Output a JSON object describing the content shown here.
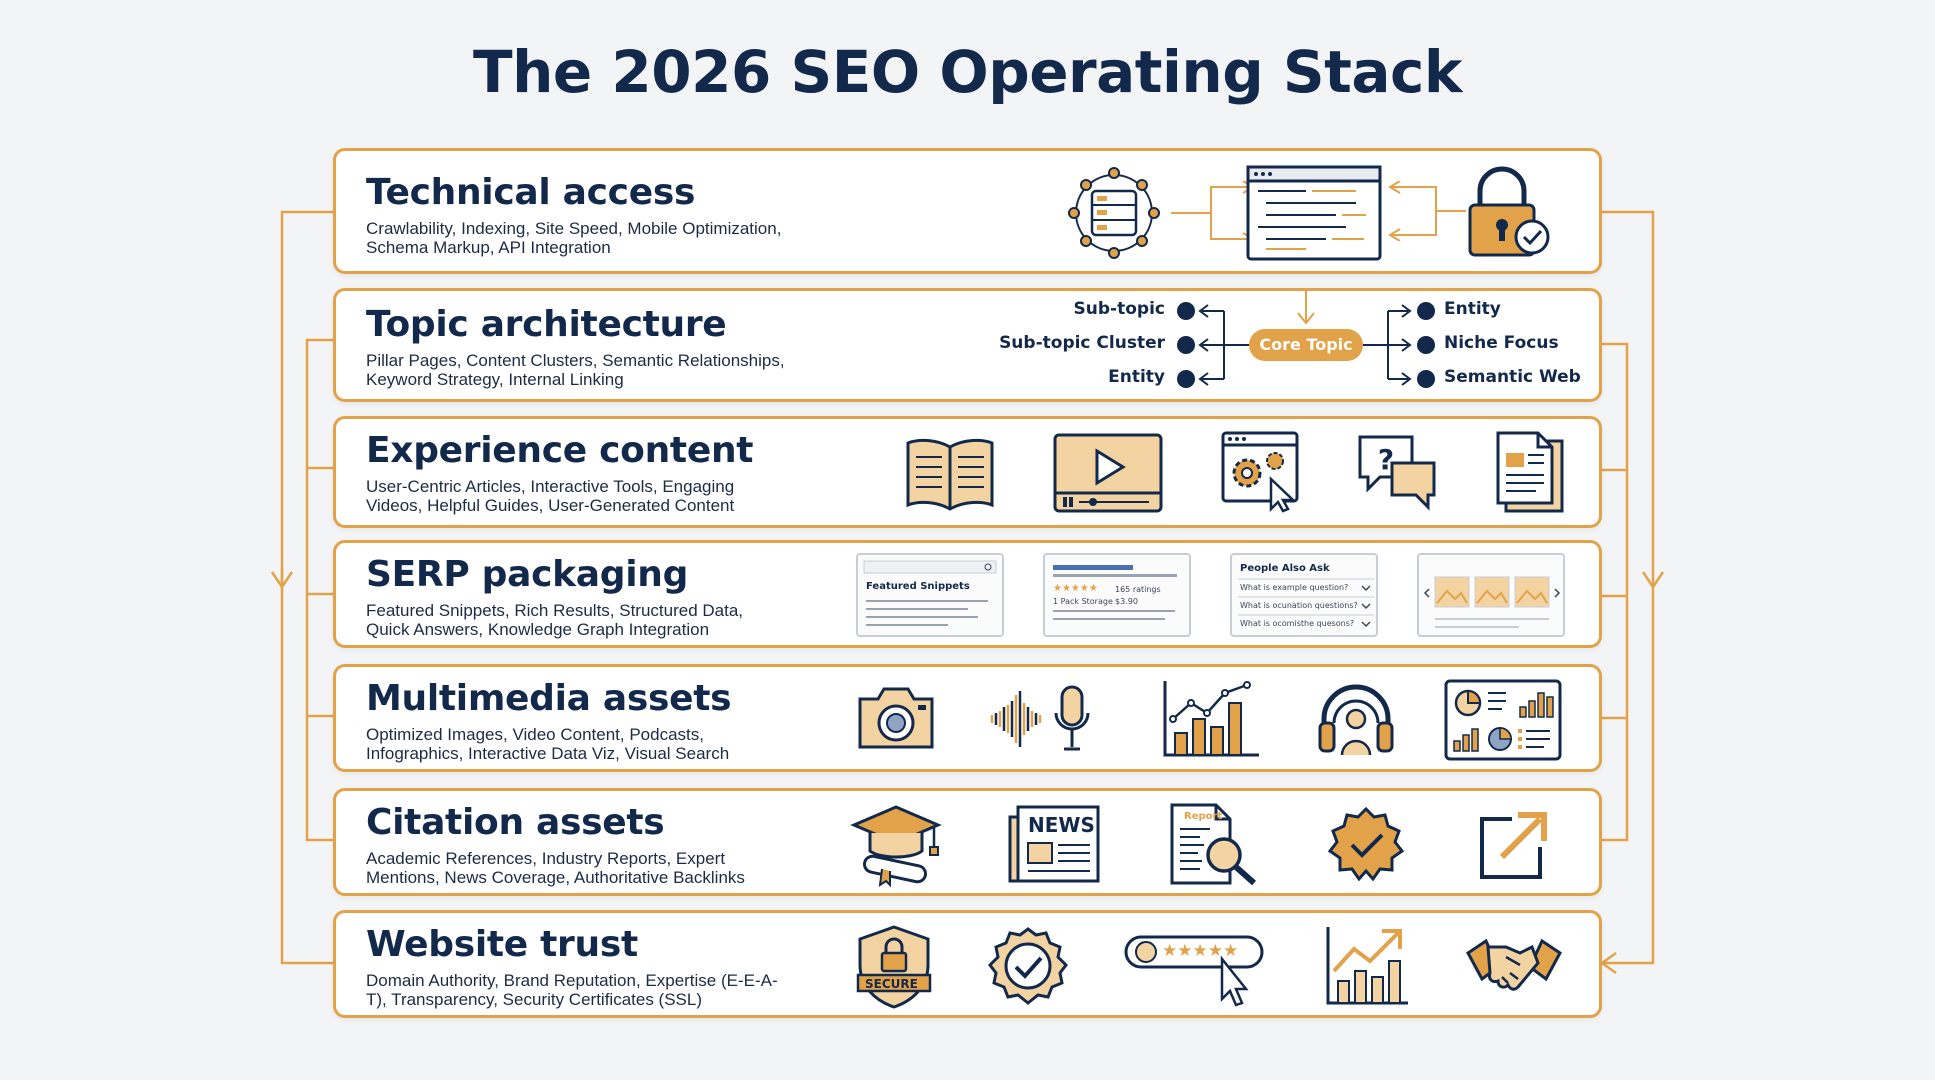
{
  "title": "The 2026 SEO Operating Stack",
  "accent_color": "#e2a24a",
  "navy_color": "#13294b",
  "layers": [
    {
      "title": "Technical access",
      "description": "Crawlability, Indexing, Site Speed, Mobile Optimization, Schema Markup, API Integration",
      "icons": [
        "server-network-icon",
        "code-window-icon",
        "padlock-check-icon"
      ]
    },
    {
      "title": "Topic architecture",
      "description": "Pillar Pages, Content Clusters, Semantic Relationships, Keyword Strategy, Internal Linking",
      "core": "Core Topic",
      "left_nodes": [
        "Sub-topic",
        "Sub-topic Cluster",
        "Entity"
      ],
      "right_nodes": [
        "Entity",
        "Niche Focus",
        "Semantic Web"
      ]
    },
    {
      "title": "Experience content",
      "description": "User-Centric Articles, Interactive Tools, Engaging Videos, Helpful Guides, User-Generated Content",
      "icons": [
        "open-book-icon",
        "video-player-icon",
        "settings-window-icon",
        "question-chat-icon",
        "document-icon"
      ]
    },
    {
      "title": "SERP packaging",
      "description": "Featured Snippets, Rich Results, Structured Data, Quick Answers, Knowledge Graph Integration",
      "featured_label": "Featured Snippets",
      "rich_rating": "★★★★★",
      "rich_ratings_text": "165 ratings",
      "rich_price": "$3.90",
      "rich_sub": "1 Pack Storage",
      "paa_title": "People Also Ask",
      "paa_questions": [
        "What is example question?",
        "What is ocunation questions?",
        "What is ocomisthe quesons?"
      ],
      "icons": [
        "featured-snippet-card-icon",
        "rich-result-card-icon",
        "people-also-ask-card-icon",
        "image-carousel-card-icon"
      ]
    },
    {
      "title": "Multimedia assets",
      "description": "Optimized Images, Video Content, Podcasts, Infographics, Interactive Data Viz, Visual Search",
      "icons": [
        "camera-icon",
        "microphone-waveform-icon",
        "bar-chart-icon",
        "headphones-icon",
        "dashboard-icon"
      ]
    },
    {
      "title": "Citation assets",
      "description": "Academic References, Industry Reports, Expert Mentions, News Coverage, Authoritative Backlinks",
      "news_label": "NEWS",
      "report_label": "Report",
      "icons": [
        "graduation-cap-icon",
        "newspaper-icon",
        "report-magnifier-icon",
        "verified-badge-icon",
        "external-link-icon"
      ]
    },
    {
      "title": "Website trust",
      "description": "Domain Authority, Brand Reputation, Expertise (E-E-A-T), Transparency, Security Certificates (SSL)",
      "secure_label": "SECURE",
      "review_stars": "★★★★★",
      "icons": [
        "secure-shield-icon",
        "check-seal-icon",
        "review-rating-icon",
        "growth-chart-icon",
        "handshake-icon"
      ]
    }
  ]
}
